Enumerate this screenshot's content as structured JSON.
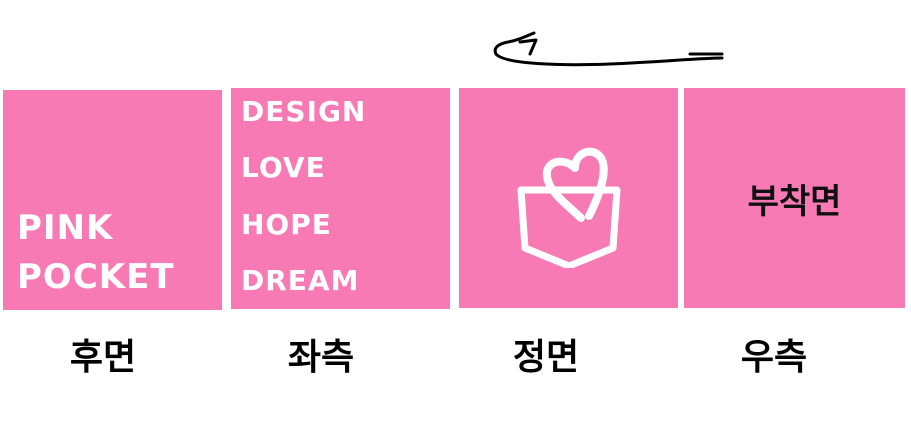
{
  "colors": {
    "panel": "#f77ab4",
    "panel_text": "#ffffff",
    "label_text": "#000000"
  },
  "panels": {
    "back": {
      "brand_lines": [
        "PINK",
        "POCKET"
      ],
      "caption": "후면"
    },
    "left": {
      "words": [
        "DESIGN",
        "LOVE",
        "HOPE",
        "DREAM"
      ],
      "caption": "좌측"
    },
    "front": {
      "icon": "pocket-heart-icon",
      "caption": "정면"
    },
    "right": {
      "label": "부착면",
      "caption": "우측"
    }
  },
  "annotation": {
    "icon": "rotate-arrow-icon"
  }
}
